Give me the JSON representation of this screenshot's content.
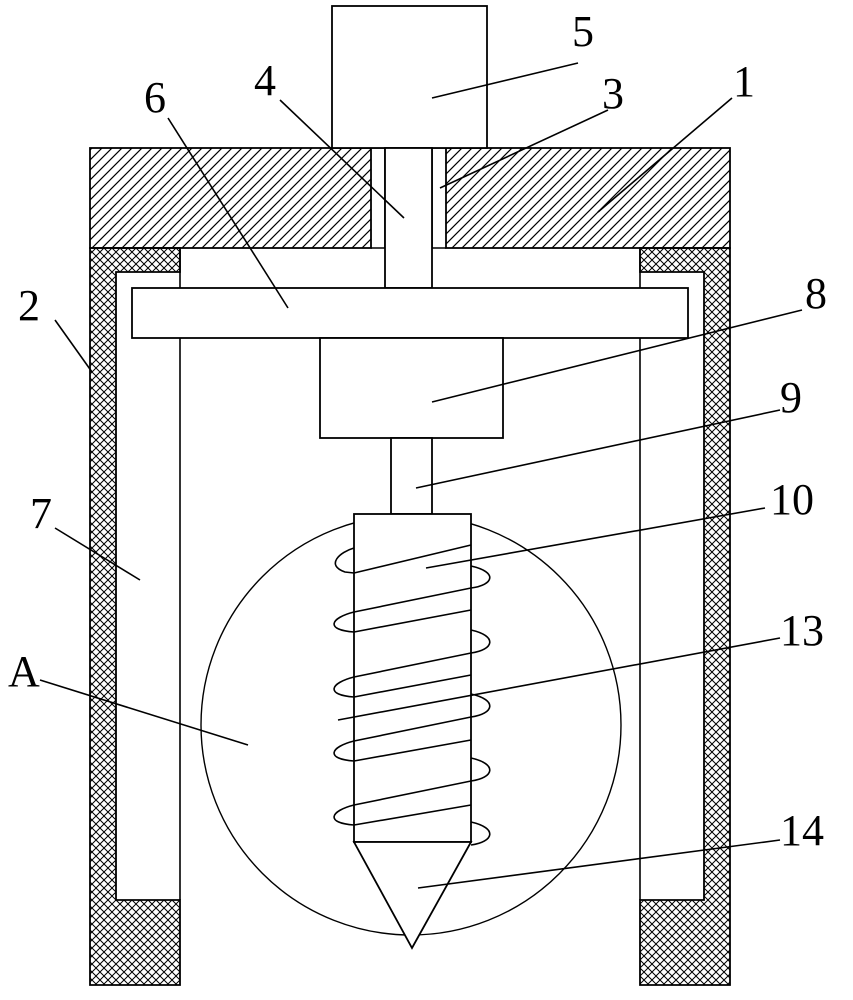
{
  "labels": {
    "p1": "1",
    "p2": "2",
    "p3": "3",
    "p4": "4",
    "p5": "5",
    "p6": "6",
    "p7": "7",
    "p8": "8",
    "p9": "9",
    "p10": "10",
    "p13": "13",
    "p14": "14",
    "pA": "A"
  }
}
